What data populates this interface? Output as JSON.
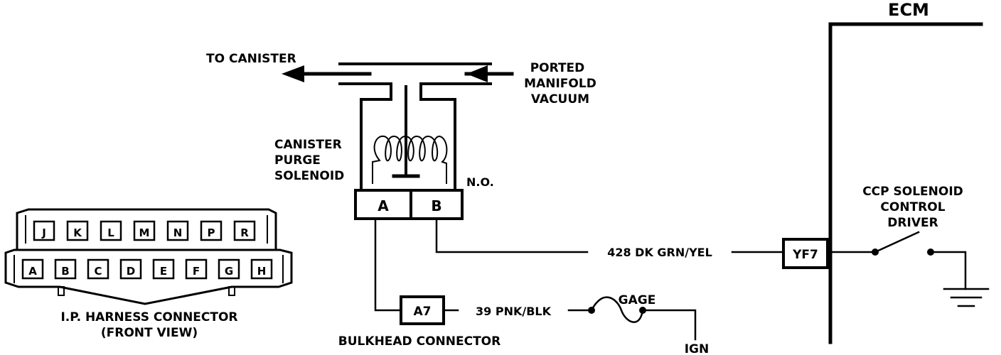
{
  "ecm": {
    "title": "ECM"
  },
  "labels": {
    "to_canister": "TO CANISTER",
    "ported": "PORTED",
    "manifold": "MANIFOLD",
    "vacuum": "VACUUM",
    "canister": "CANISTER",
    "purge": "PURGE",
    "solenoid": "SOLENOID",
    "no": "N.O.",
    "terminal_a": "A",
    "terminal_b": "B",
    "wire_428": "428  DK GRN/YEL",
    "yf7": "YF7",
    "ccp_1": "CCP SOLENOID",
    "ccp_2": "CONTROL",
    "ccp_3": "DRIVER",
    "a7": "A7",
    "wire_39": "39  PNK/BLK",
    "gage": "GAGE",
    "ign": "IGN",
    "bulkhead": "BULKHEAD CONNECTOR",
    "ip_harness_1": "I.P. HARNESS CONNECTOR",
    "ip_harness_2": "(FRONT VIEW)"
  },
  "connector": {
    "top_pins": [
      "J",
      "K",
      "L",
      "M",
      "N",
      "P",
      "R"
    ],
    "bottom_pins": [
      "A",
      "B",
      "C",
      "D",
      "E",
      "F",
      "G",
      "H"
    ]
  }
}
